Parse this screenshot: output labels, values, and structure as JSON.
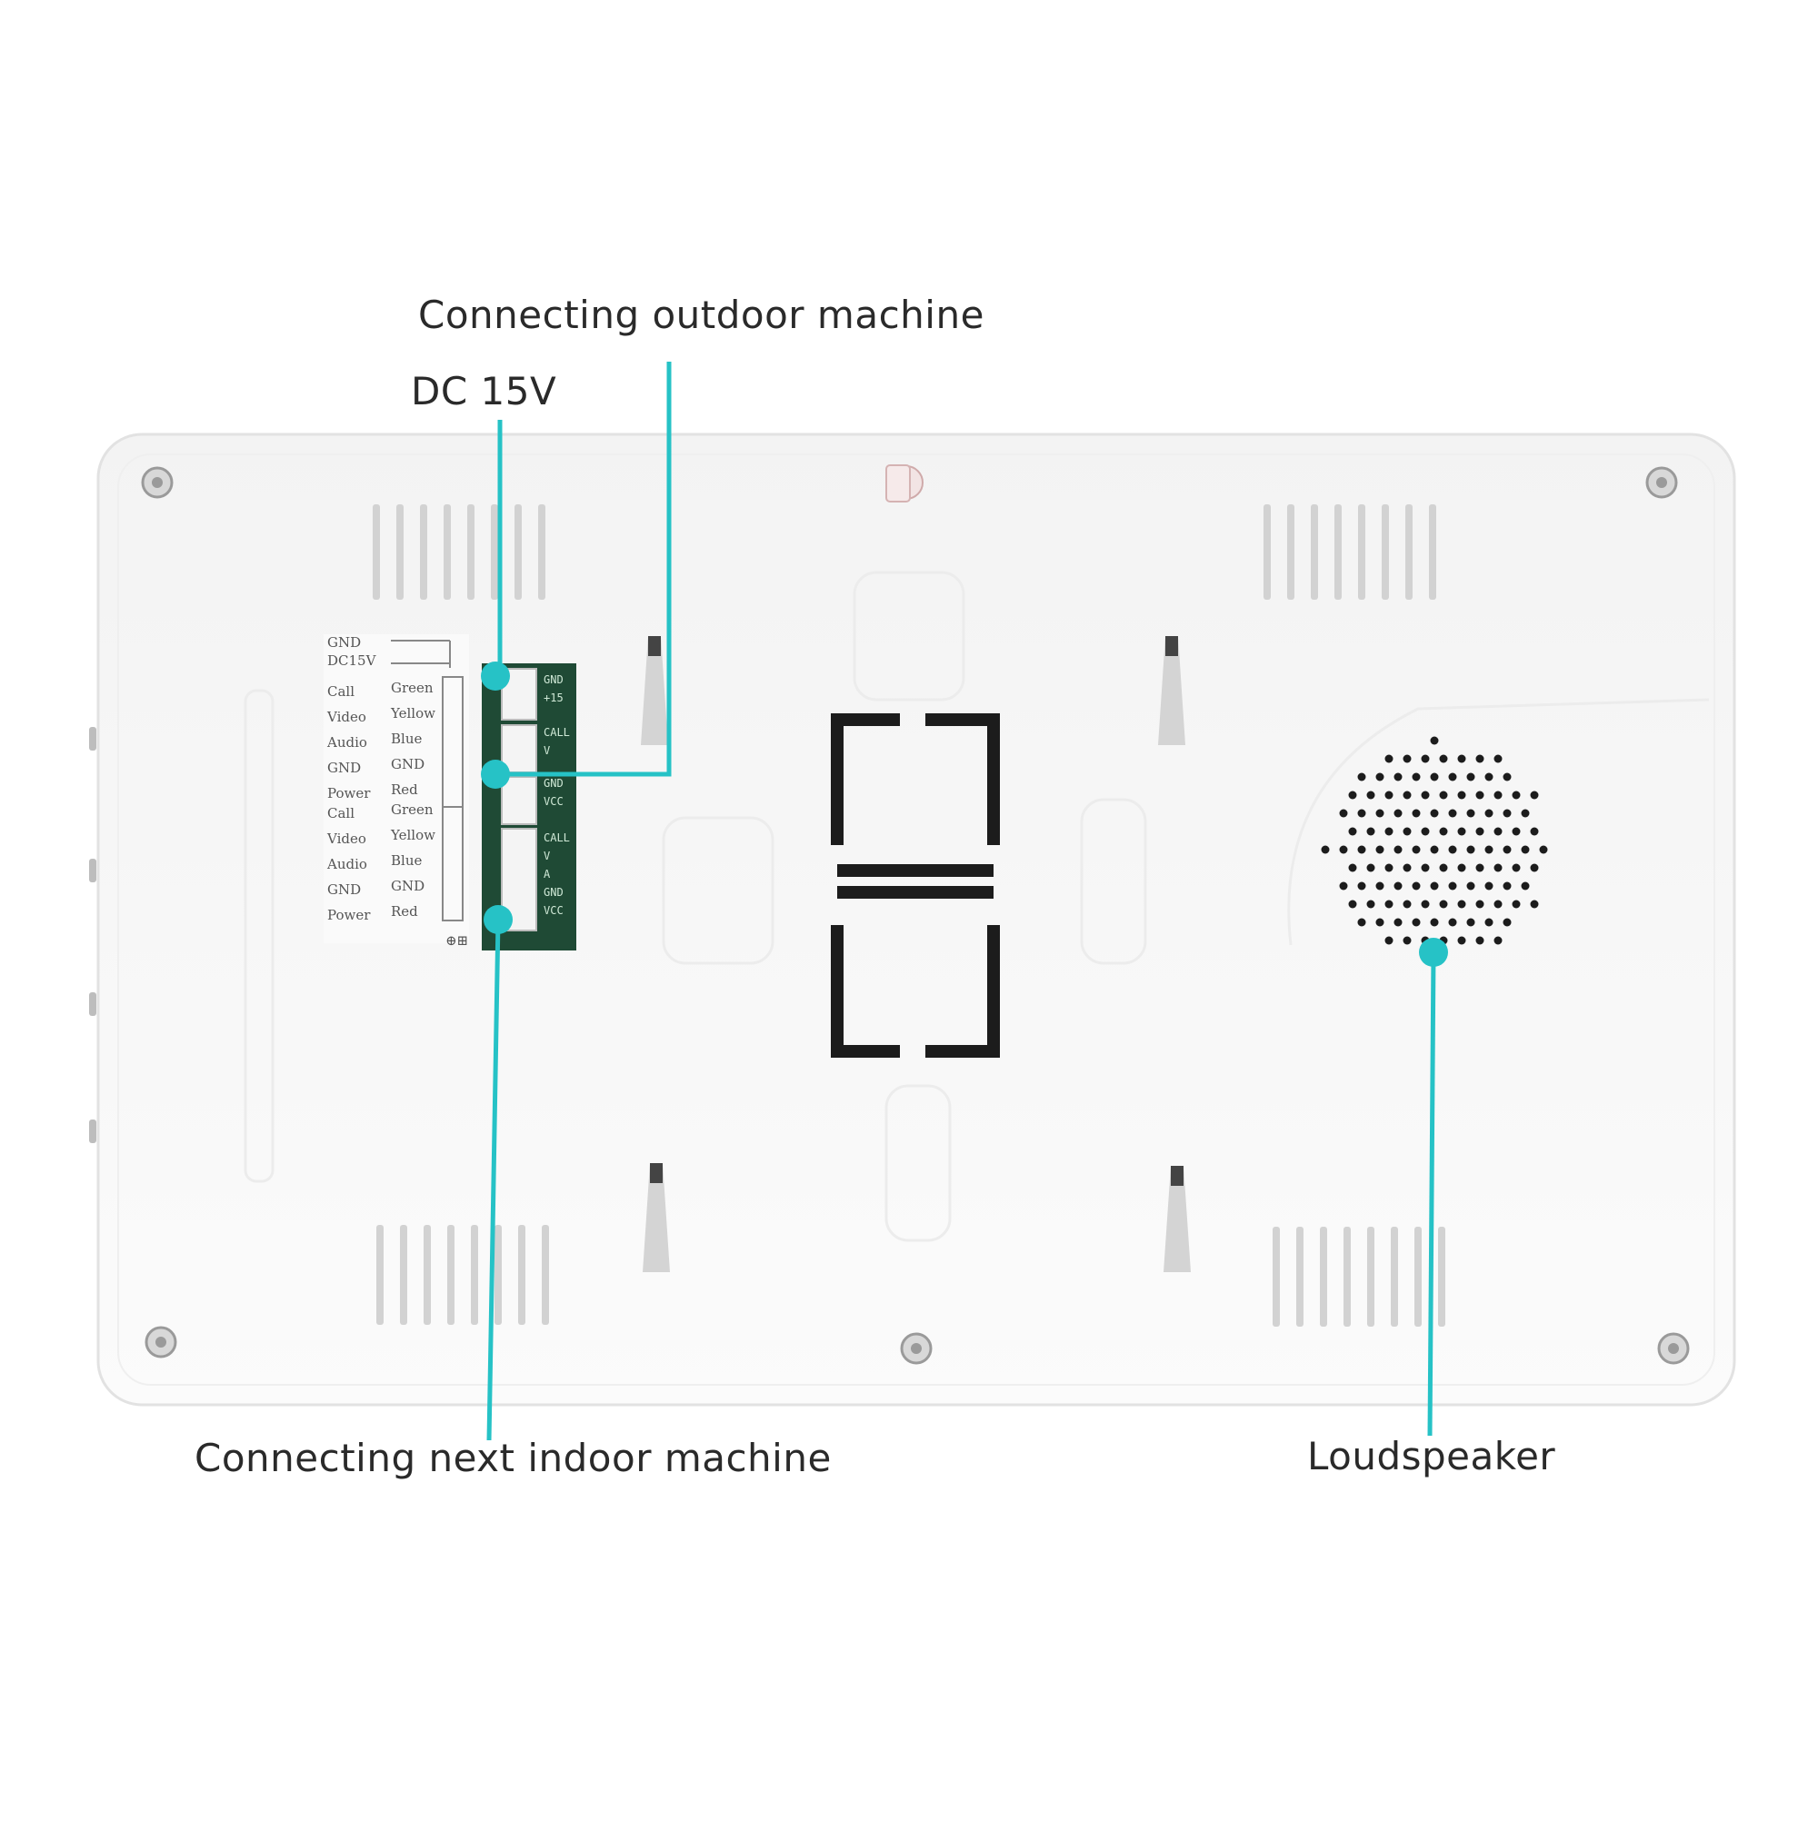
{
  "callouts": {
    "outdoor": "Connecting outdoor machine",
    "dc": "DC 15V",
    "next_indoor": "Connecting next indoor machine",
    "speaker": "Loudspeaker"
  },
  "wiring_label": {
    "top_group": [
      "GND",
      "DC15V"
    ],
    "group1": [
      "Call",
      "Video",
      "Audio",
      "GND",
      "Power"
    ],
    "group1_colors": [
      "Green",
      "Yellow",
      "Blue",
      "GND",
      "Red"
    ],
    "group2": [
      "Call",
      "Video",
      "Audio",
      "GND",
      "Power"
    ],
    "group2_colors": [
      "Green",
      "Yellow",
      "Blue",
      "GND",
      "Red"
    ]
  },
  "pcb_labels": [
    "GND",
    "+15",
    "CALL",
    "V",
    "GND",
    "VCC",
    "CALL",
    "V",
    "A",
    "GND",
    "VCC"
  ],
  "colors": {
    "accent": "#26c2c6",
    "panel": "#fafafa",
    "panel_edge": "#e6e6e6",
    "pcb": "#1f4a35",
    "dark": "#1c1c1c"
  },
  "icons": {
    "screw": "screw-icon",
    "speaker": "speaker-grille-icon",
    "bracket": "mounting-bracket-icon"
  }
}
